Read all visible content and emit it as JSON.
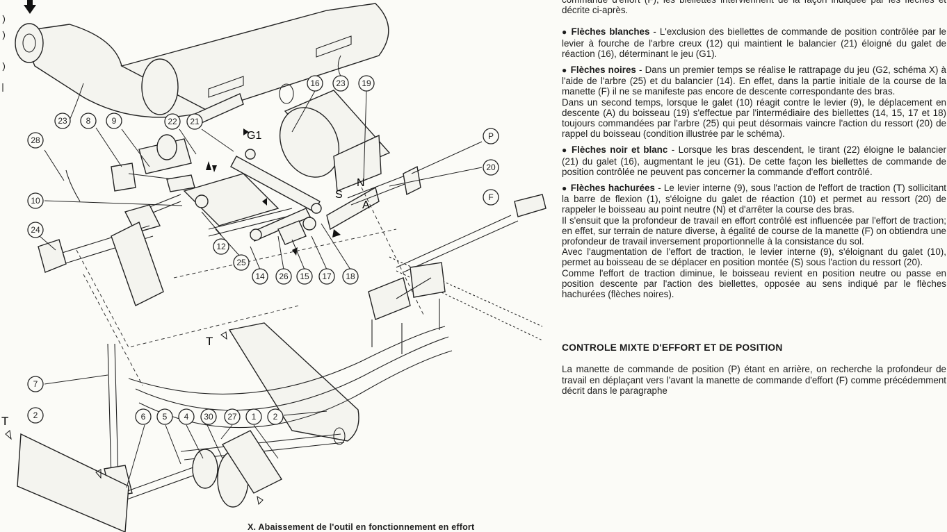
{
  "diagram": {
    "callouts": [
      "28",
      "23",
      "8",
      "9",
      "22",
      "21",
      "16",
      "23",
      "19",
      "P",
      "20",
      "F",
      "10",
      "24",
      "12",
      "25",
      "14",
      "26",
      "15",
      "17",
      "18",
      "7",
      "2",
      "6",
      "5",
      "4",
      "30",
      "27",
      "1",
      "2"
    ],
    "letters": {
      "g1": "G1",
      "s": "S",
      "n": "N",
      "a": "A",
      "t_mid": "T",
      "t_left": "T"
    },
    "caption": "X. Abaissement de l'outil en fonctionnement en effort"
  },
  "text": {
    "intro": "commande d'effort (F), les biellettes interviennent de la façon indiquée par les flèches et décrite ci-après.",
    "blanches_label": "Flèches blanches",
    "blanches_body": " - L'exclusion des biellettes de commande de position contrôlée par le levier à fourche de l'arbre creux (12) qui maintient le balancier (21) éloigné du galet de réaction (16), déterminant le jeu (G1).",
    "noires_label": "Flèches noires",
    "noires_body": " - Dans un premier temps se réalise le rattrapage du jeu (G2, schéma X) à l'aide de l'arbre (25) et du balancier (14). En effet, dans la partie initiale de la course de la manette (F) il ne se manifeste pas encore de descente correspondante des bras.",
    "noires_second": "Dans un second temps, lorsque le galet (10) réagit contre le levier (9), le déplacement en descente (A) du boisseau (19) s'effectue par l'intermédiaire des biellettes (14, 15, 17 et 18) toujours commandées par l'arbre (25) qui peut désormais vaincre l'action du ressort (20) de rappel du boisseau (condition illustrée par le schéma).",
    "noirblanc_label": "Flèches noir et blanc",
    "noirblanc_body": " - Lorsque les bras descendent, le tirant (22) éloigne le balancier (21) du galet (16), augmentant le jeu (G1). De cette façon les biellettes de commande de position contrôlée ne peuvent pas concerner la commande d'effort contrôlé.",
    "hachurees_label": "Flèches hachurées",
    "hachurees_body": " - Le levier interne (9), sous l'action de l'effort de traction (T) sollicitant la barre de flexion (1), s'éloigne du galet de réaction (10) et permet au ressort (20) de rappeler le boisseau au point neutre (N) et d'arrêter la course des bras.",
    "hachurees_p2": "Il s'ensuit que la profondeur de travail en effort contrôlé est influencée par l'effort de traction; en effet, sur terrain de nature diverse, à égalité de course de la manette (F) on obtiendra une profondeur de travail inversement proportionnelle à la consistance du sol.",
    "hachurees_p3": "Avec l'augmentation de l'effort de traction, le levier interne (9), s'éloignant du galet (10), permet au boisseau de se déplacer en position montée (S) sous l'action du ressort (20).",
    "hachurees_p4": "Comme l'effort de traction diminue, le boisseau revient en position neutre ou passe en position descente par l'action des biellettes, opposée au sens indiqué par le flèches hachurées (flèches noires).",
    "section_title": "CONTROLE MIXTE D'EFFORT ET DE POSITION",
    "section_body": "La manette de commande de position (P) étant en arrière, on recherche la profondeur de travail en déplaçant vers l'avant la manette de commande d'effort (F) comme précédemment décrit dans le paragraphe"
  }
}
